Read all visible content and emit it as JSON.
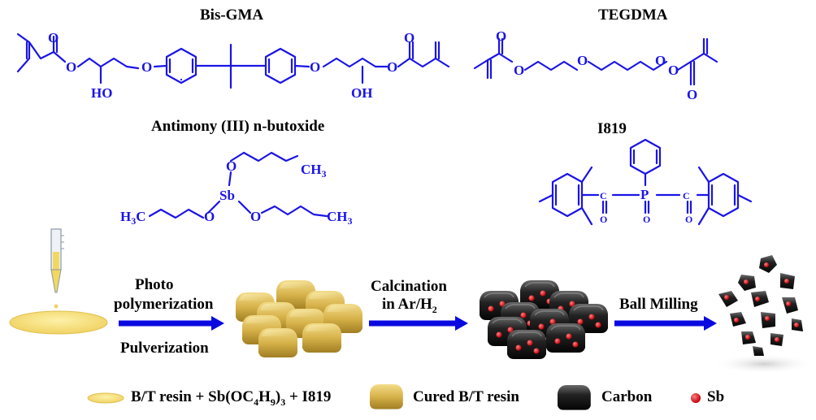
{
  "molecules": {
    "bisgma": {
      "name": "Bis-GMA",
      "ho_left": "HO",
      "oh_right": "OH"
    },
    "tegdma": {
      "name": "TEGDMA"
    },
    "antimony": {
      "name": "Antimony (III) n-butoxide",
      "sb": "Sb",
      "ch3": "CH",
      "three": "3",
      "h3c": "H",
      "h3c3": "3",
      "h3cC": "C"
    },
    "i819": {
      "name": "I819",
      "p": "P"
    }
  },
  "atoms": {
    "o": "O",
    "c": "C"
  },
  "process": {
    "step1_top": "Photo",
    "step1_mid": "polymerization",
    "step1_bottom": "Pulverization",
    "step2_top": "Calcination",
    "step2_bottom": "in Ar/H",
    "step2_sub": "2",
    "step3": "Ball Milling"
  },
  "legend": {
    "resin": "B/T resin + Sb(OC",
    "resin_sub1": "4",
    "resin_mid": "H",
    "resin_sub2": "9",
    "resin_mid2": ")",
    "resin_sub3": "3",
    "resin_end": " + I819",
    "cured": "Cured B/T resin",
    "carbon": "Carbon",
    "sb": "Sb"
  },
  "colors": {
    "structure": "#1a14e6",
    "arrow": "#0a0ae0",
    "resin": "#f5dd73",
    "cured": "#c8a73a",
    "carbon": "#1a1a1a",
    "sb": "#e0101a"
  }
}
